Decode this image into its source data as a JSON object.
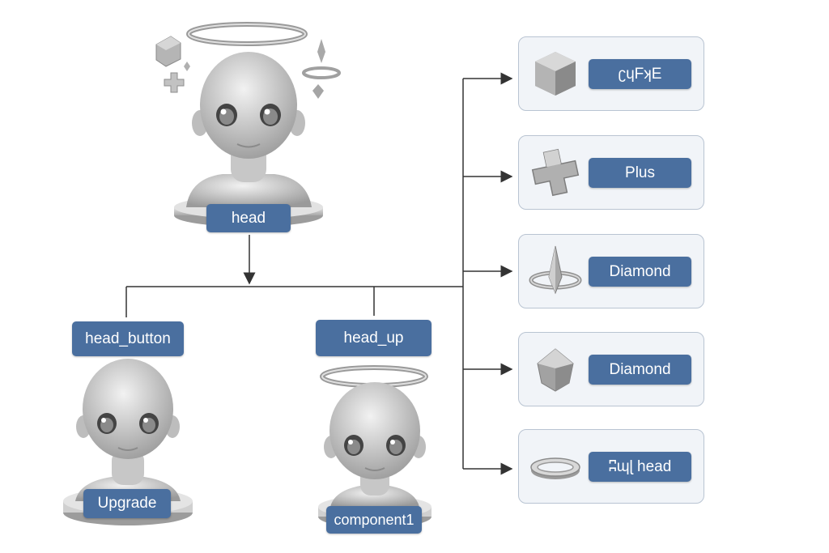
{
  "root": {
    "label": "head"
  },
  "children": [
    {
      "label": "head_button",
      "sublabel": "Upgrade"
    },
    {
      "label": "head_up",
      "sublabel": "component1"
    }
  ],
  "components": [
    {
      "label": "ʗɥFʞE",
      "icon": "cube-icon"
    },
    {
      "label": "Plus",
      "icon": "plus-icon"
    },
    {
      "label": "Diamond",
      "icon": "spike-ring-icon"
    },
    {
      "label": "Diamond",
      "icon": "gem-icon"
    },
    {
      "label": "ʭɰɭ head",
      "icon": "ring-icon"
    }
  ],
  "colors": {
    "label_bg": "#4a6f9f",
    "card_bg": "#f1f4f8",
    "card_border": "#b9c4d2",
    "connector": "#333333"
  }
}
